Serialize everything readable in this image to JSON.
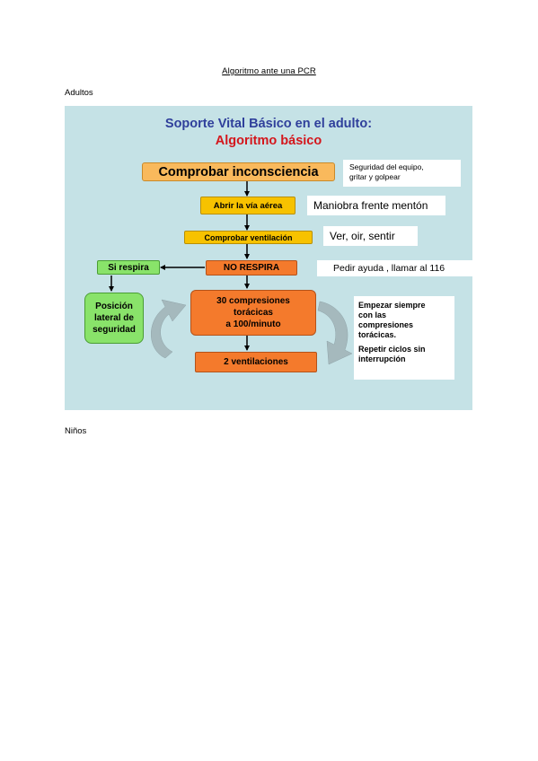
{
  "document": {
    "title": "Algoritmo ante una PCR",
    "section_adults": "Adultos",
    "section_kids": "Niños"
  },
  "flowchart": {
    "title_line1": "Soporte Vital Básico en el adulto:",
    "title_line2": "Algoritmo básico",
    "steps": {
      "check_unconscious": "Comprobar inconsciencia",
      "open_airway": "Abrir la vía aérea",
      "check_breathing": "Comprobar ventilación",
      "not_breathing": "NO RESPIRA",
      "breathing": "Si respira",
      "recovery_position_1": "Posición",
      "recovery_position_2": "lateral de",
      "recovery_position_3": "seguridad",
      "compressions_1": "30 compresiones",
      "compressions_2": "torácicas",
      "compressions_3": "a 100/minuto",
      "ventilations": "2 ventilaciones"
    },
    "notes": {
      "safety_1": "Seguridad del equipo,",
      "safety_2": "gritar y golpear",
      "maneuver": "Maniobra frente mentón",
      "look_listen": "Ver, oir, sentir",
      "call_help": "Pedir ayuda , llamar al 116",
      "start_1": "Empezar siempre",
      "start_2": "con las",
      "start_3": "compresiones",
      "start_4": "torácicas.",
      "repeat_1": "Repetir ciclos sin",
      "repeat_2": "interrupción"
    },
    "colors": {
      "background": "#c5e2e6",
      "title_blue": "#2f3f9b",
      "title_red": "#d4161c",
      "orange": "#f47a2c",
      "light_orange": "#f9b95c",
      "yellow": "#f7c200",
      "green": "#89e36a",
      "cycle_arrow": "#a5b9bd"
    }
  }
}
